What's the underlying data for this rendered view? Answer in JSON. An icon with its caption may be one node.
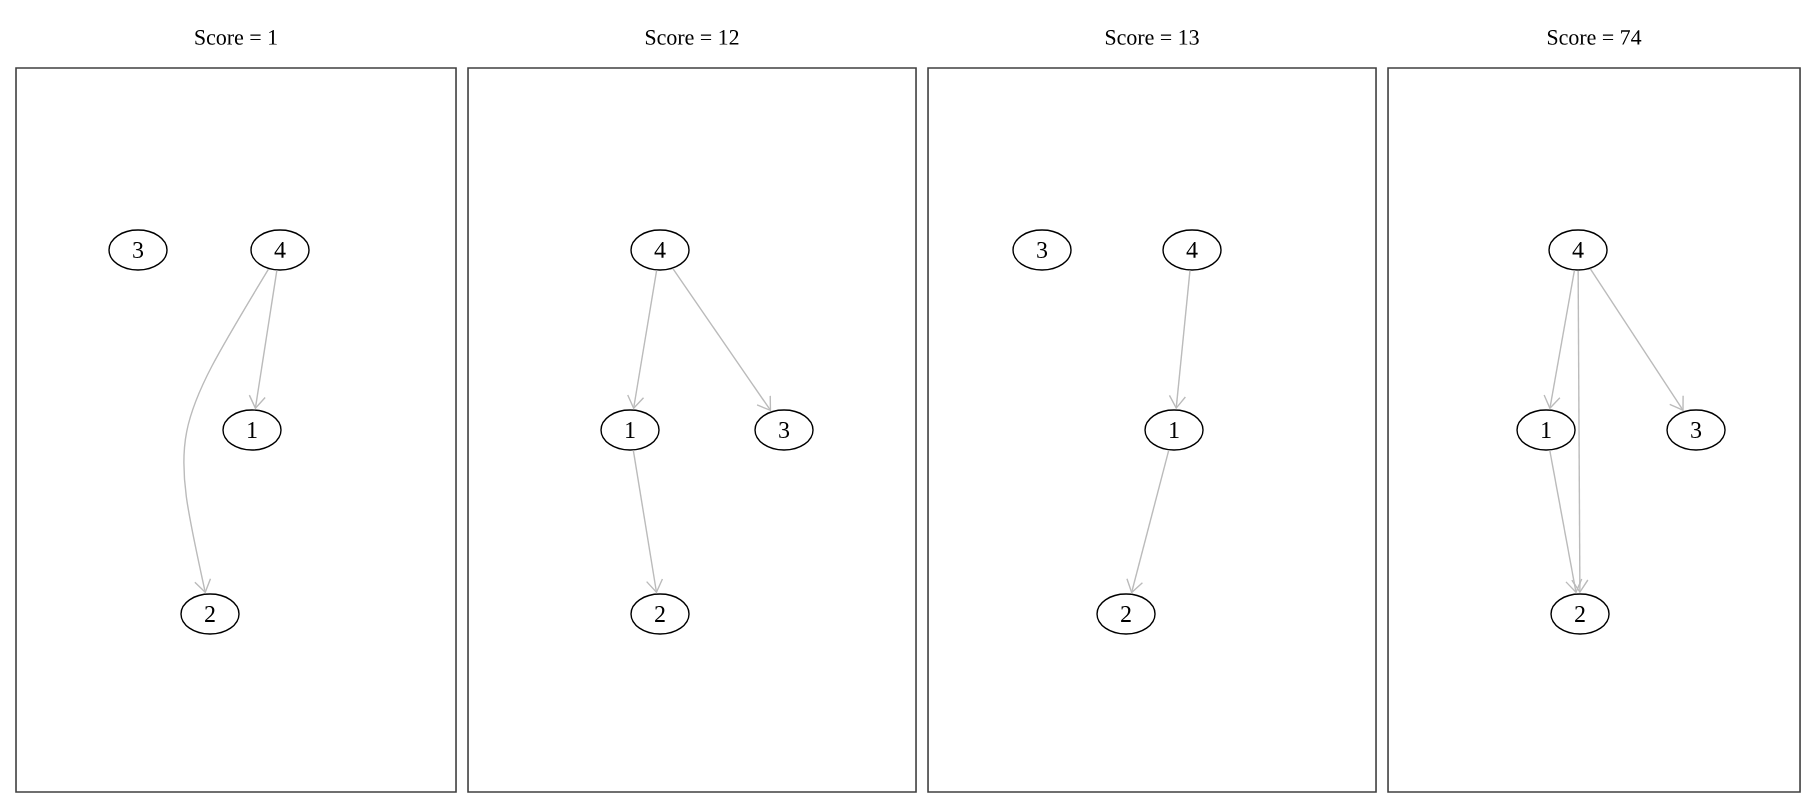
{
  "diagram": {
    "nodes": [
      {
        "text": [
          "Score = 1"
        ]
      },
      {
        "text": [
          "3"
        ],
        "in": 0
      },
      {
        "text": [
          "4"
        ],
        "in": 0
      },
      {
        "text": [
          "1"
        ],
        "in": 0
      },
      {
        "text": [
          "2"
        ],
        "in": 0
      },
      {
        "text": [
          "Score = 12"
        ]
      },
      {
        "text": [
          "4"
        ],
        "in": 5
      },
      {
        "text": [
          "1"
        ],
        "in": 5
      },
      {
        "text": [
          "3"
        ],
        "in": 5
      },
      {
        "text": [
          "2"
        ],
        "in": 5
      },
      {
        "text": [
          "Score = 13"
        ]
      },
      {
        "text": [
          "3"
        ],
        "in": 10
      },
      {
        "text": [
          "4"
        ],
        "in": 10
      },
      {
        "text": [
          "1"
        ],
        "in": 10
      },
      {
        "text": [
          "2"
        ],
        "in": 10
      },
      {
        "text": [
          "Score = 74"
        ]
      },
      {
        "text": [
          "4"
        ],
        "in": 15
      },
      {
        "text": [
          "1"
        ],
        "in": 15
      },
      {
        "text": [
          "3"
        ],
        "in": 15
      },
      {
        "text": [
          "2"
        ],
        "in": 15
      }
    ],
    "edges": [
      {
        "from": 2,
        "to": 3,
        "arrow": "to"
      },
      {
        "from": 2,
        "to": 4,
        "arrow": "to"
      },
      {
        "from": 6,
        "to": 7,
        "arrow": "to"
      },
      {
        "from": 6,
        "to": 8,
        "arrow": "to"
      },
      {
        "from": 7,
        "to": 9,
        "arrow": "to"
      },
      {
        "from": 12,
        "to": 13,
        "arrow": "to"
      },
      {
        "from": 13,
        "to": 14,
        "arrow": "to"
      },
      {
        "from": 16,
        "to": 17,
        "arrow": "to"
      },
      {
        "from": 16,
        "to": 19,
        "arrow": "to"
      },
      {
        "from": 16,
        "to": 18,
        "arrow": "to"
      },
      {
        "from": 17,
        "to": 19,
        "arrow": "to"
      }
    ]
  }
}
